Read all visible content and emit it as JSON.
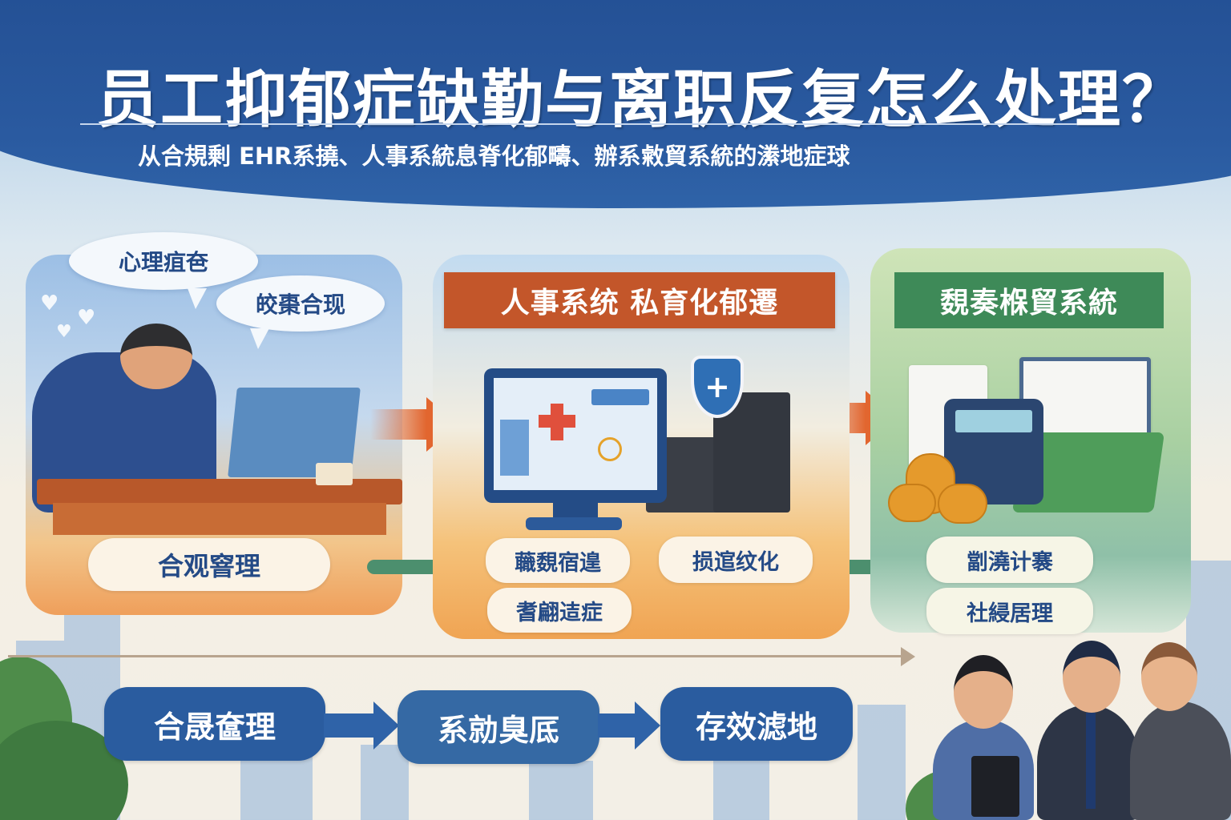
{
  "header": {
    "title": "员工抑郁症缺勤与离职反复怎么处理？",
    "subtitle": "从合規剰 EHR系撓、人事系統息脊化郁疇、辦系敹貿系統的潫地症球"
  },
  "left_panel": {
    "bubbles": [
      "心理疽夿",
      "皎棗合现"
    ],
    "pill": "合观窨理",
    "icons": [
      "heart-icon",
      "heart-icon",
      "heart-icon"
    ]
  },
  "middle_panel": {
    "label": "人事系统 私育化郁遷",
    "pills": [
      "蘵覣宿遑",
      "损逭纹化",
      "耆翩迼症"
    ]
  },
  "right_panel": {
    "label": "覣奏椺貿系統",
    "pills": [
      "劏澆计褰",
      "社綅居理"
    ]
  },
  "bottom_flow": {
    "steps": [
      "合晟奩理",
      "系勍臭厎",
      "存效滤地"
    ]
  },
  "colors": {
    "header_blue": "#2a5aa0",
    "orange_label": "#c3562a",
    "green_label": "#3e8a58",
    "flow_blue": "#2a5c9f",
    "text_navy": "#244a86",
    "arrow_orange": "#e2662f",
    "arrow_green": "#4c8f6e"
  }
}
